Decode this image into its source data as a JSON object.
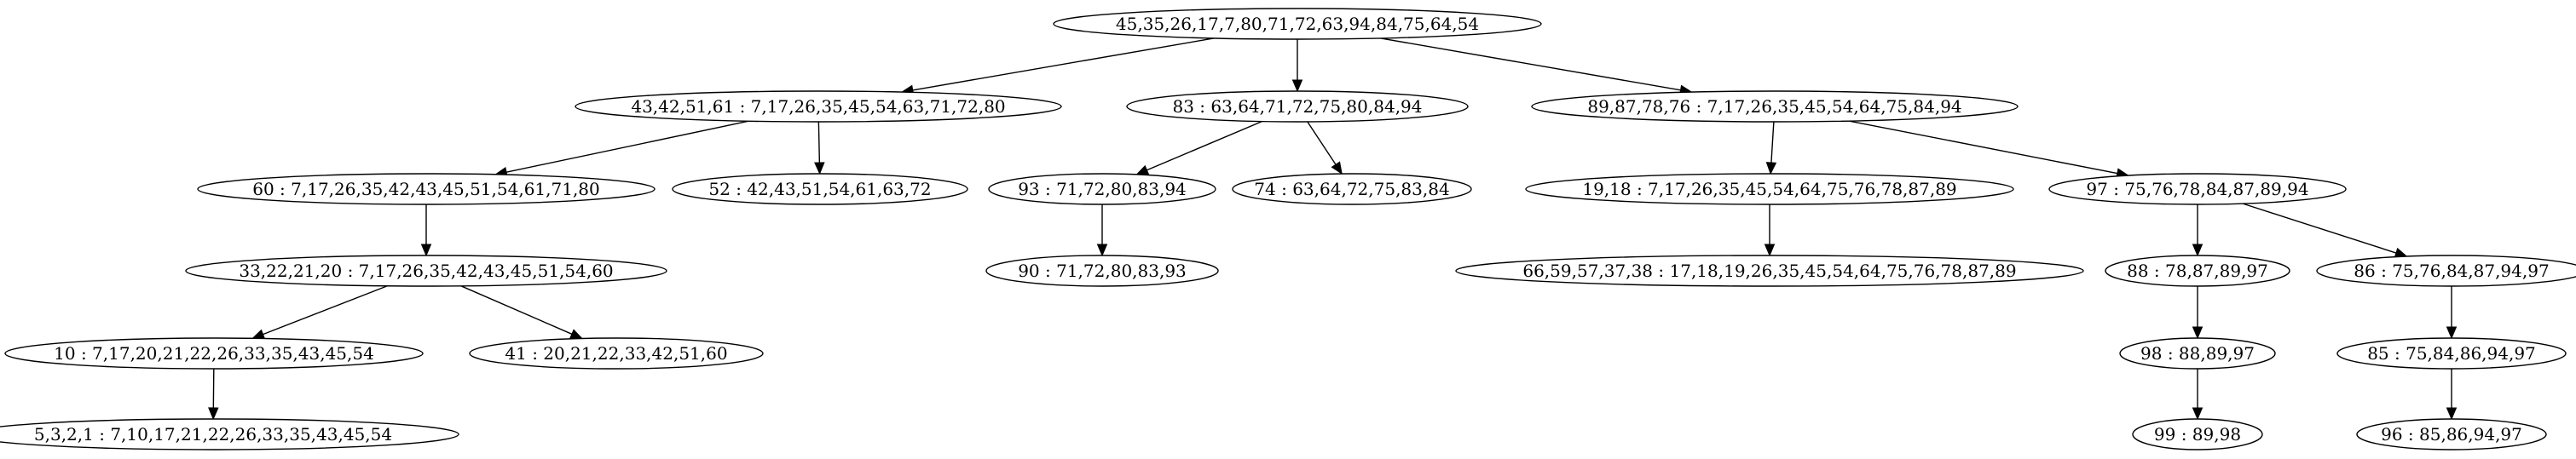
{
  "graph": {
    "nodes": [
      {
        "id": "n0",
        "label": "45,35,26,17,7,80,71,72,63,94,84,75,64,54"
      },
      {
        "id": "n1",
        "label": "43,42,51,61 : 7,17,26,35,45,54,63,71,72,80"
      },
      {
        "id": "n2",
        "label": "83 : 63,64,71,72,75,80,84,94"
      },
      {
        "id": "n3",
        "label": "89,87,78,76 : 7,17,26,35,45,54,64,75,84,94"
      },
      {
        "id": "n4",
        "label": "60 : 7,17,26,35,42,43,45,51,54,61,71,80"
      },
      {
        "id": "n5",
        "label": "52 : 42,43,51,54,61,63,72"
      },
      {
        "id": "n6",
        "label": "93 : 71,72,80,83,94"
      },
      {
        "id": "n7",
        "label": "74 : 63,64,72,75,83,84"
      },
      {
        "id": "n8",
        "label": "19,18 : 7,17,26,35,45,54,64,75,76,78,87,89"
      },
      {
        "id": "n9",
        "label": "97 : 75,76,78,84,87,89,94"
      },
      {
        "id": "n10",
        "label": "33,22,21,20 : 7,17,26,35,42,43,45,51,54,60"
      },
      {
        "id": "n11",
        "label": "90 : 71,72,80,83,93"
      },
      {
        "id": "n12",
        "label": "66,59,57,37,38 : 17,18,19,26,35,45,54,64,75,76,78,87,89"
      },
      {
        "id": "n13",
        "label": "88 : 78,87,89,97"
      },
      {
        "id": "n14",
        "label": "86 : 75,76,84,87,94,97"
      },
      {
        "id": "n15",
        "label": "10 : 7,17,20,21,22,26,33,35,43,45,54"
      },
      {
        "id": "n16",
        "label": "41 : 20,21,22,33,42,51,60"
      },
      {
        "id": "n17",
        "label": "98 : 88,89,97"
      },
      {
        "id": "n18",
        "label": "85 : 75,84,86,94,97"
      },
      {
        "id": "n19",
        "label": "5,3,2,1 : 7,10,17,21,22,26,33,35,43,45,54"
      },
      {
        "id": "n20",
        "label": "99 : 89,98"
      },
      {
        "id": "n21",
        "label": "96 : 85,86,94,97"
      }
    ],
    "edges": [
      [
        "n0",
        "n1"
      ],
      [
        "n0",
        "n2"
      ],
      [
        "n0",
        "n3"
      ],
      [
        "n1",
        "n4"
      ],
      [
        "n1",
        "n5"
      ],
      [
        "n2",
        "n6"
      ],
      [
        "n2",
        "n7"
      ],
      [
        "n3",
        "n8"
      ],
      [
        "n3",
        "n9"
      ],
      [
        "n4",
        "n10"
      ],
      [
        "n6",
        "n11"
      ],
      [
        "n8",
        "n12"
      ],
      [
        "n9",
        "n13"
      ],
      [
        "n9",
        "n14"
      ],
      [
        "n10",
        "n15"
      ],
      [
        "n10",
        "n16"
      ],
      [
        "n13",
        "n17"
      ],
      [
        "n14",
        "n18"
      ],
      [
        "n15",
        "n19"
      ],
      [
        "n17",
        "n20"
      ],
      [
        "n18",
        "n21"
      ]
    ]
  }
}
